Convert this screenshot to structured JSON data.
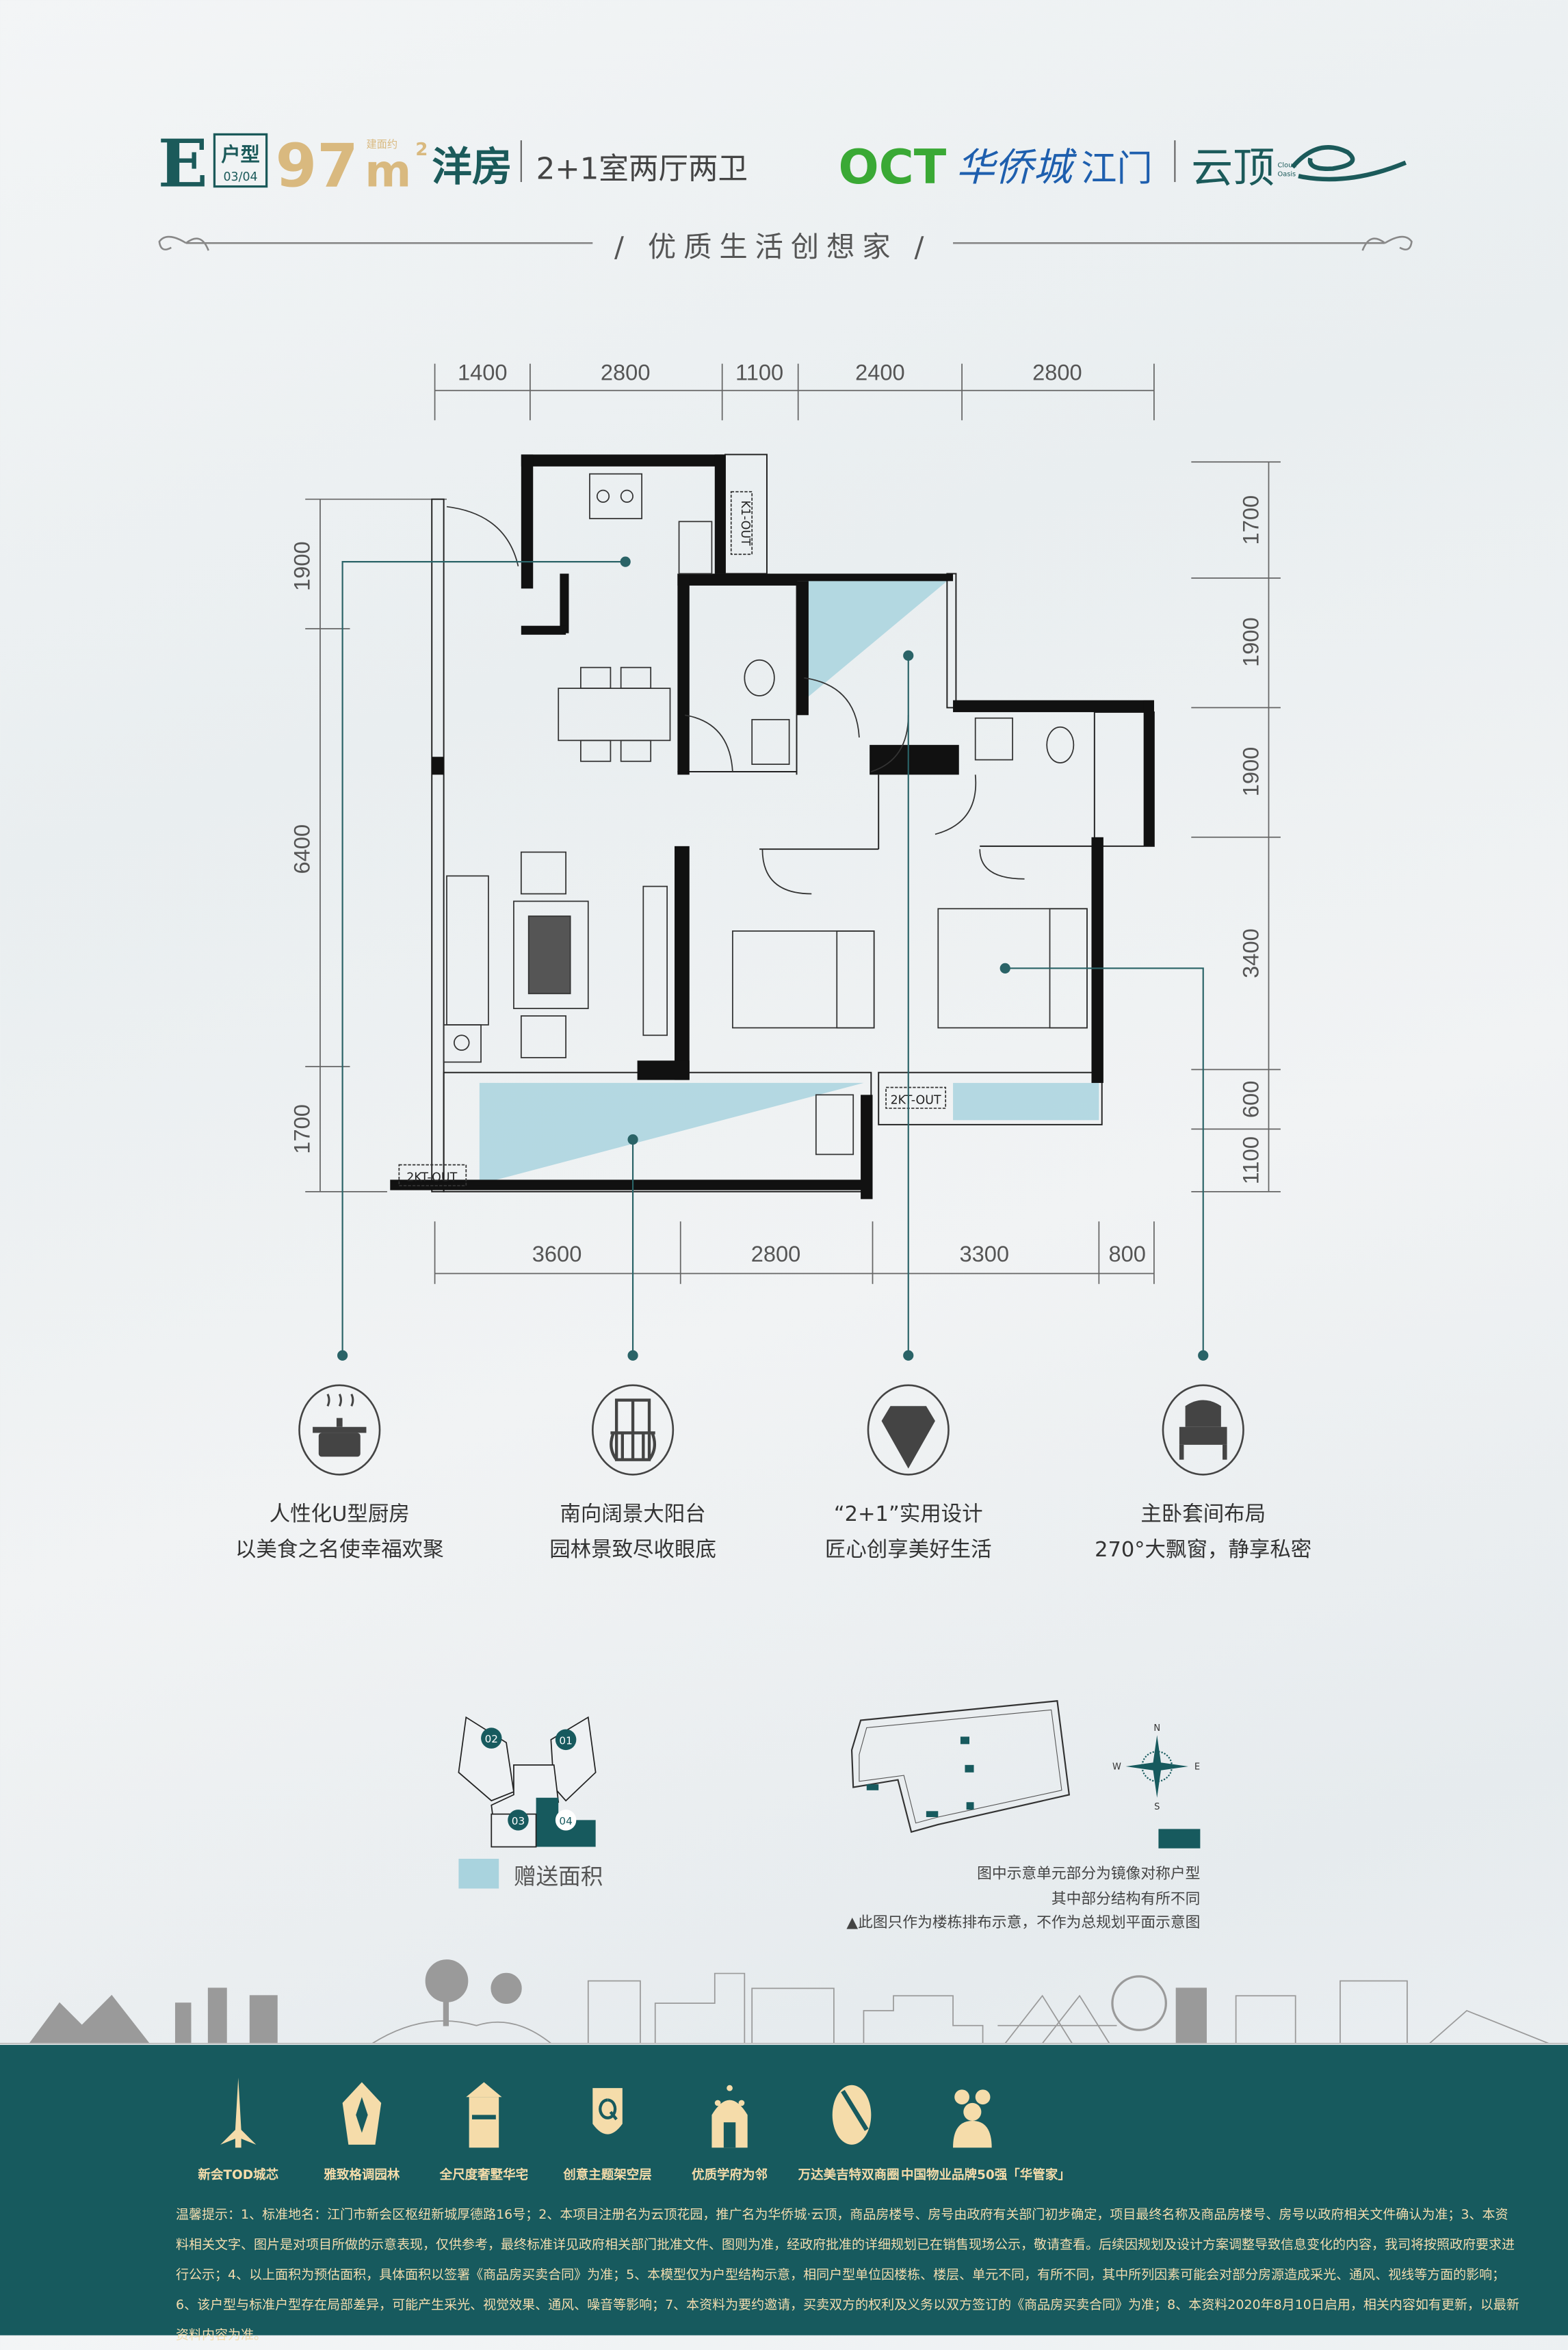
{
  "header": {
    "type_letter": "E",
    "type_label": "户型",
    "units": "03/04",
    "area_prefix": "建面约",
    "area_value": "97",
    "area_unit": "m",
    "area_sup": "2",
    "category": "洋房",
    "layout": "2+1室两厅两卫"
  },
  "brand": {
    "oct": "OCT",
    "name": "华侨城",
    "city": "江门",
    "project": "云顶",
    "project_en_1": "Cloud",
    "project_en_2": "Oasis"
  },
  "tagline": "/ 优质生活创想家 /",
  "dimensions": {
    "top": [
      "1400",
      "2800",
      "1100",
      "2400",
      "2800"
    ],
    "bottom": [
      "3600",
      "2800",
      "3300",
      "800"
    ],
    "left": [
      "1900",
      "6400",
      "1700"
    ],
    "right": [
      "1700",
      "1900",
      "1900",
      "3400",
      "600",
      "1100"
    ]
  },
  "plan_labels": {
    "kitchen_out": "K1-OUT",
    "ac_out_1": "2KT-OUT",
    "ac_out_2": "2KT-OUT"
  },
  "features": [
    {
      "icon": "cooking-pot-icon",
      "line1": "人性化U型厨房",
      "line2": "以美食之名使幸福欢聚"
    },
    {
      "icon": "balcony-icon",
      "line1": "南向阔景大阳台",
      "line2": "园林景致尽收眼底"
    },
    {
      "icon": "diamond-icon",
      "line1": "“2+1”实用设计",
      "line2": "匠心创享美好生活"
    },
    {
      "icon": "bed-icon",
      "line1": "主卧套间布局",
      "line2": "270°大飘窗，静享私密"
    }
  ],
  "key_plan": {
    "units": [
      "02",
      "01",
      "03",
      "04"
    ],
    "legend": "赠送面积"
  },
  "site_plan": {
    "compass": [
      "N",
      "S",
      "W",
      "E"
    ],
    "notes": [
      "图中示意单元部分为镜像对称户型",
      "其中部分结构有所不同",
      "▲此图只作为楼栋排布示意，不作为总规划平面示意图"
    ]
  },
  "footer": {
    "items": [
      "新会TOD城芯",
      "雅致格调园林",
      "全尺度奢墅华宅",
      "创意主题架空层",
      "优质学府为邻",
      "万达美吉特双商圈",
      "中国物业品牌50强「华管家」"
    ],
    "disclaimer": "温馨提示：1、标准地名：江门市新会区枢纽新城厚德路16号；2、本项目注册名为云顶花园，推广名为华侨城·云顶，商品房楼号、房号由政府有关部门初步确定，项目最终名称及商品房楼号、房号以政府相关文件确认为准；3、本资料相关文字、图片是对项目所做的示意表现，仅供参考，最终标准详见政府相关部门批准文件、图则为准，经政府批准的详细规划已在销售现场公示，敬请查看。后续因规划及设计方案调整导致信息变化的内容，我司将按照政府要求进行公示；4、以上面积为预估面积，具体面积以签署《商品房买卖合同》为准；5、本模型仅为户型结构示意，相同户型单位因楼栋、楼层、单元不同，有所不同，其中所列因素可能会对部分房源造成采光、通风、视线等方面的影响；6、该户型与标准户型存在局部差异，可能产生采光、视觉效果、通风、噪音等影响；7、本资料为要约邀请，买卖双方的权利及义务以双方签订的《商品房买卖合同》为准；8、本资料2020年8月10日启用，相关内容如有更新，以最新资料内容为准。"
  },
  "colors": {
    "teal": "#175a5e",
    "gold": "#d9b97f",
    "cream": "#f5dcaa",
    "gift_area": "#a9d3de",
    "oct_green": "#3aa935",
    "brand_blue": "#1e5fae"
  }
}
